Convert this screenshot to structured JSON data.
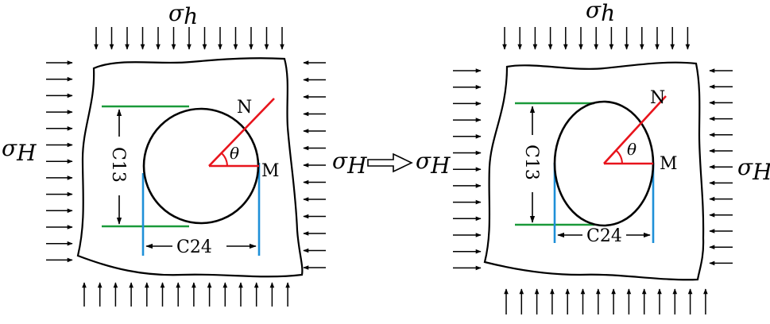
{
  "colors": {
    "outline": "#000000",
    "radial": "#e8141c",
    "horizontal_extent": "#1a9a3a",
    "vertical_extent": "#1e90d8"
  },
  "symbols": {
    "sigma": "σ",
    "sub_h": "h",
    "sub_H": "H",
    "theta": "θ"
  },
  "labels": {
    "point_n": "N",
    "point_m": "M",
    "dim_vertical": "C13",
    "dim_horizontal": "C24"
  },
  "icons": {
    "transition": "hollow-arrow-right-icon",
    "load": "arrow-icon"
  }
}
